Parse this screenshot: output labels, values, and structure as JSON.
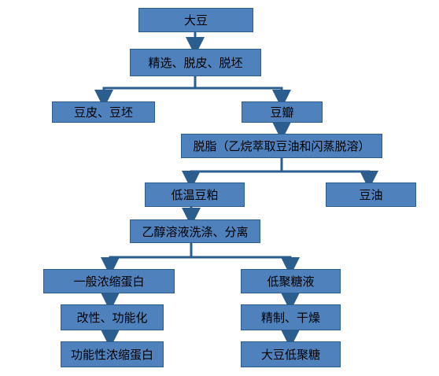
{
  "nodes": {
    "soybean": "大豆",
    "select_dehull": "精选、脱皮、脱坯",
    "hull_bran": "豆皮、豆坯",
    "soy_flakes": "豆瓣",
    "defatting": "脱脂（乙烷萃取豆油和闪蒸脱溶）",
    "low_temp_meal": "低温豆粕",
    "soy_oil": "豆油",
    "ethanol_wash": "乙醇溶液洗涤、分离",
    "general_concentrate": "一般浓缩蛋白",
    "oligosaccharide_liquid": "低聚糖液",
    "modification": "改性、功能化",
    "refine_dry": "精制、干燥",
    "functional_concentrate": "功能性浓缩蛋白",
    "soy_oligosaccharide": "大豆低聚糖"
  },
  "colors": {
    "box_fill": "#4f81bd",
    "box_border": "#2c5d8f",
    "connector": "#2c5d8f",
    "text": "#000000"
  }
}
